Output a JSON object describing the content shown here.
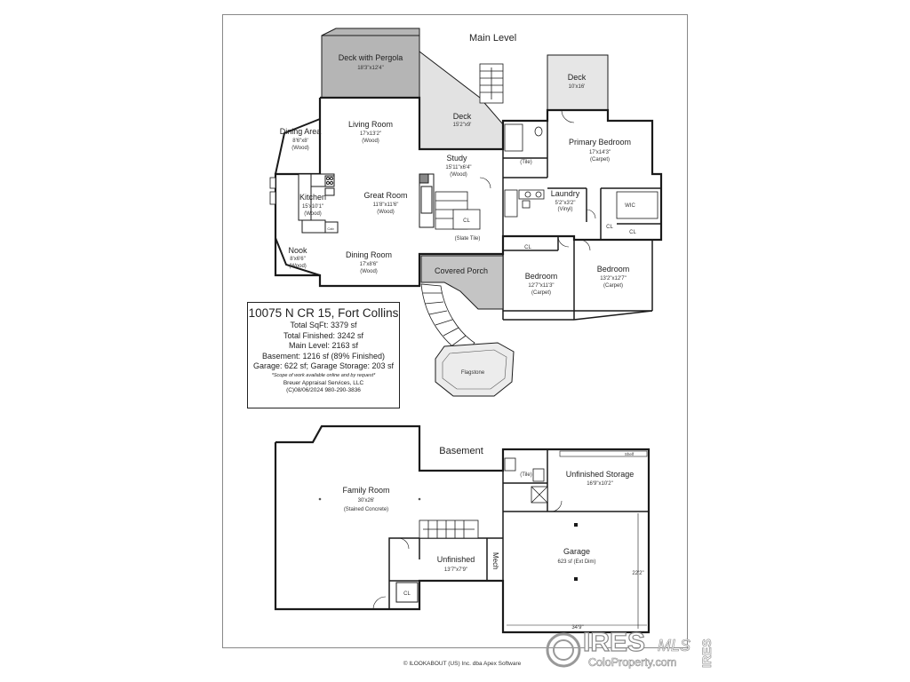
{
  "main_level": {
    "title": "Main Level",
    "rooms": [
      {
        "name": "Deck with Pergola",
        "dim": "18'3\"x12'4\"",
        "floor": ""
      },
      {
        "name": "Deck",
        "dim": "15'2\"x9'",
        "floor": ""
      },
      {
        "name": "Deck",
        "dim": "10'x16'",
        "floor": ""
      },
      {
        "name": "Dining Area",
        "dim": "8'6\"x8'",
        "floor": "(Wood)"
      },
      {
        "name": "Living Room",
        "dim": "17'x13'2\"",
        "floor": "(Wood)"
      },
      {
        "name": "Study",
        "dim": "15'11\"x6'4\"",
        "floor": "(Wood)"
      },
      {
        "name": "Primary Bedroom",
        "dim": "17'x14'3\"",
        "floor": "(Carpet)"
      },
      {
        "name": "Kitchen",
        "dim": "15'x10'1\"",
        "floor": "(Wood)"
      },
      {
        "name": "Great Room",
        "dim": "11'8\"x11'6\"",
        "floor": "(Wood)"
      },
      {
        "name": "Laundry",
        "dim": "5'2\"x3'2\"",
        "floor": "(Vinyl)"
      },
      {
        "name": "Nook",
        "dim": "8'x6'6\"",
        "floor": "(Wood)"
      },
      {
        "name": "Dining Room",
        "dim": "17'x8'6\"",
        "floor": "(Wood)"
      },
      {
        "name": "Covered Porch",
        "dim": "",
        "floor": ""
      },
      {
        "name": "Bedroom",
        "dim": "12'7\"x11'3\"",
        "floor": "(Carpet)"
      },
      {
        "name": "Bedroom",
        "dim": "13'2\"x12'7\"",
        "floor": "(Carpet)"
      }
    ],
    "labels": {
      "tile": "(Tile)",
      "slate_tile": "(Slate Tile)",
      "wic": "WIC",
      "cl": "CL",
      "flagstone": "Flagstone"
    }
  },
  "basement": {
    "title": "Basement",
    "rooms": [
      {
        "name": "Family Room",
        "dim": "30'x26'",
        "floor": "(Stained Concrete)"
      },
      {
        "name": "Unfinished Storage",
        "dim": "16'9\"x10'2\"",
        "floor": ""
      },
      {
        "name": "Unfinished",
        "dim": "13'7\"x7'9\"",
        "floor": ""
      },
      {
        "name": "Garage",
        "dim": "623 sf (Ext Dim)",
        "floor": ""
      }
    ],
    "labels": {
      "shelf": "Shelf",
      "tile": "(Tile)",
      "mech": "Mech",
      "cl": "CL",
      "garage_height": "22'2\"",
      "garage_width": "34'9\""
    }
  },
  "info": {
    "address": "10075 N CR 15, Fort Collins",
    "lines": [
      "Total SqFt: 3379 sf",
      "Total Finished: 3242 sf",
      "Main Level: 2163 sf",
      "Basement: 1216 sf (89% Finished)",
      "Garage: 622 sf; Garage Storage: 203 sf"
    ],
    "note": "*Scope of work available online and by request*",
    "company": "Breuer Appraisal Services, LLC",
    "contact": "(C)08/06/2024   980-290-3836"
  },
  "footer": "© ILOOKABOUT (US) Inc. dba Apex Software",
  "watermark": {
    "brand": "IRES",
    "mls": "MLS",
    "site": "ColoProperty.com",
    "side": "IRES"
  },
  "colors": {
    "wall": "#1a1a1a",
    "deck_fill": "#b8b8b8",
    "porch_fill": "#c8c8c8",
    "light_fill": "#e6e6e6"
  }
}
